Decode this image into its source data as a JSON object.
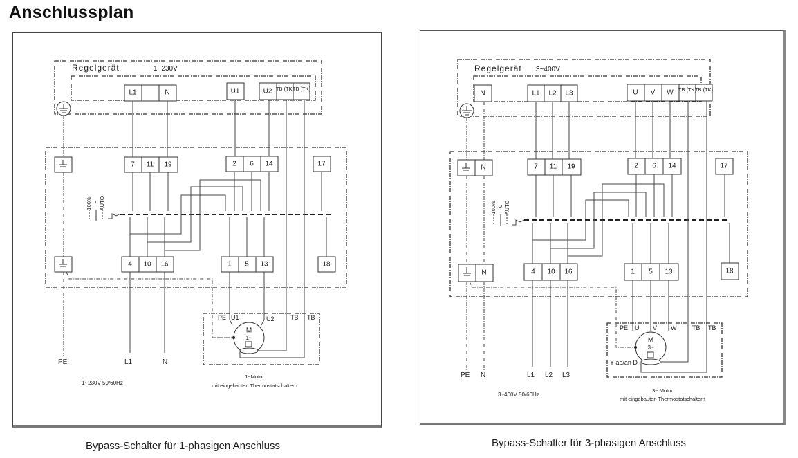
{
  "page_title": "Anschlussplan",
  "diagram_1phase": {
    "caption": "Bypass-Schalter für 1-phasigen Anschluss",
    "controller_label": "Regelgerät",
    "controller_voltage": "1~230V",
    "controller_terminals": [
      "L1",
      "",
      "N",
      "U1",
      "U2",
      "TB (TK)",
      "TB (TK)"
    ],
    "switch_top_terminals": [
      "7",
      "11",
      "19",
      "2",
      "6",
      "14",
      "17"
    ],
    "switch_bottom_terminals": [
      "4",
      "10",
      "16",
      "1",
      "5",
      "13",
      "18"
    ],
    "switch_positions": [
      "100%",
      "0",
      "AUTO"
    ],
    "supply_labels": [
      "PE",
      "L1",
      "N"
    ],
    "supply_text": "1~230V  50/60Hz",
    "motor_terminals": [
      "PE",
      "U1",
      "U2",
      "TB",
      "TB"
    ],
    "motor_symbol": [
      "M",
      "1~"
    ],
    "motor_caption": [
      "1~Motor",
      "mit eingebauten Thermostatschaltern"
    ]
  },
  "diagram_3phase": {
    "caption": "Bypass-Schalter für 3-phasigen Anschluss",
    "controller_label": "Regelgerät",
    "controller_voltage": "3~400V",
    "controller_terminals": [
      "N",
      "L1",
      "L2",
      "L3",
      "U",
      "V",
      "W",
      "TB (TK)",
      "TB (TK)"
    ],
    "switch_top_terminals": [
      "N",
      "7",
      "11",
      "19",
      "2",
      "6",
      "14",
      "17"
    ],
    "switch_bottom_terminals": [
      "N",
      "4",
      "10",
      "16",
      "1",
      "5",
      "13",
      "18"
    ],
    "switch_positions": [
      "100%",
      "0",
      "AUTO"
    ],
    "supply_labels": [
      "PE",
      "N",
      "L1",
      "L2",
      "L3"
    ],
    "supply_text": "3~400V   50/60Hz",
    "motor_terminals": [
      "PE",
      "U",
      "V",
      "W",
      "TB",
      "TB"
    ],
    "motor_symbol": [
      "M",
      "3~"
    ],
    "motor_wiring_note": "Y ab/an D",
    "motor_caption": [
      "3~ Motor",
      "mit eingebauten Thermostatschaltern"
    ]
  }
}
